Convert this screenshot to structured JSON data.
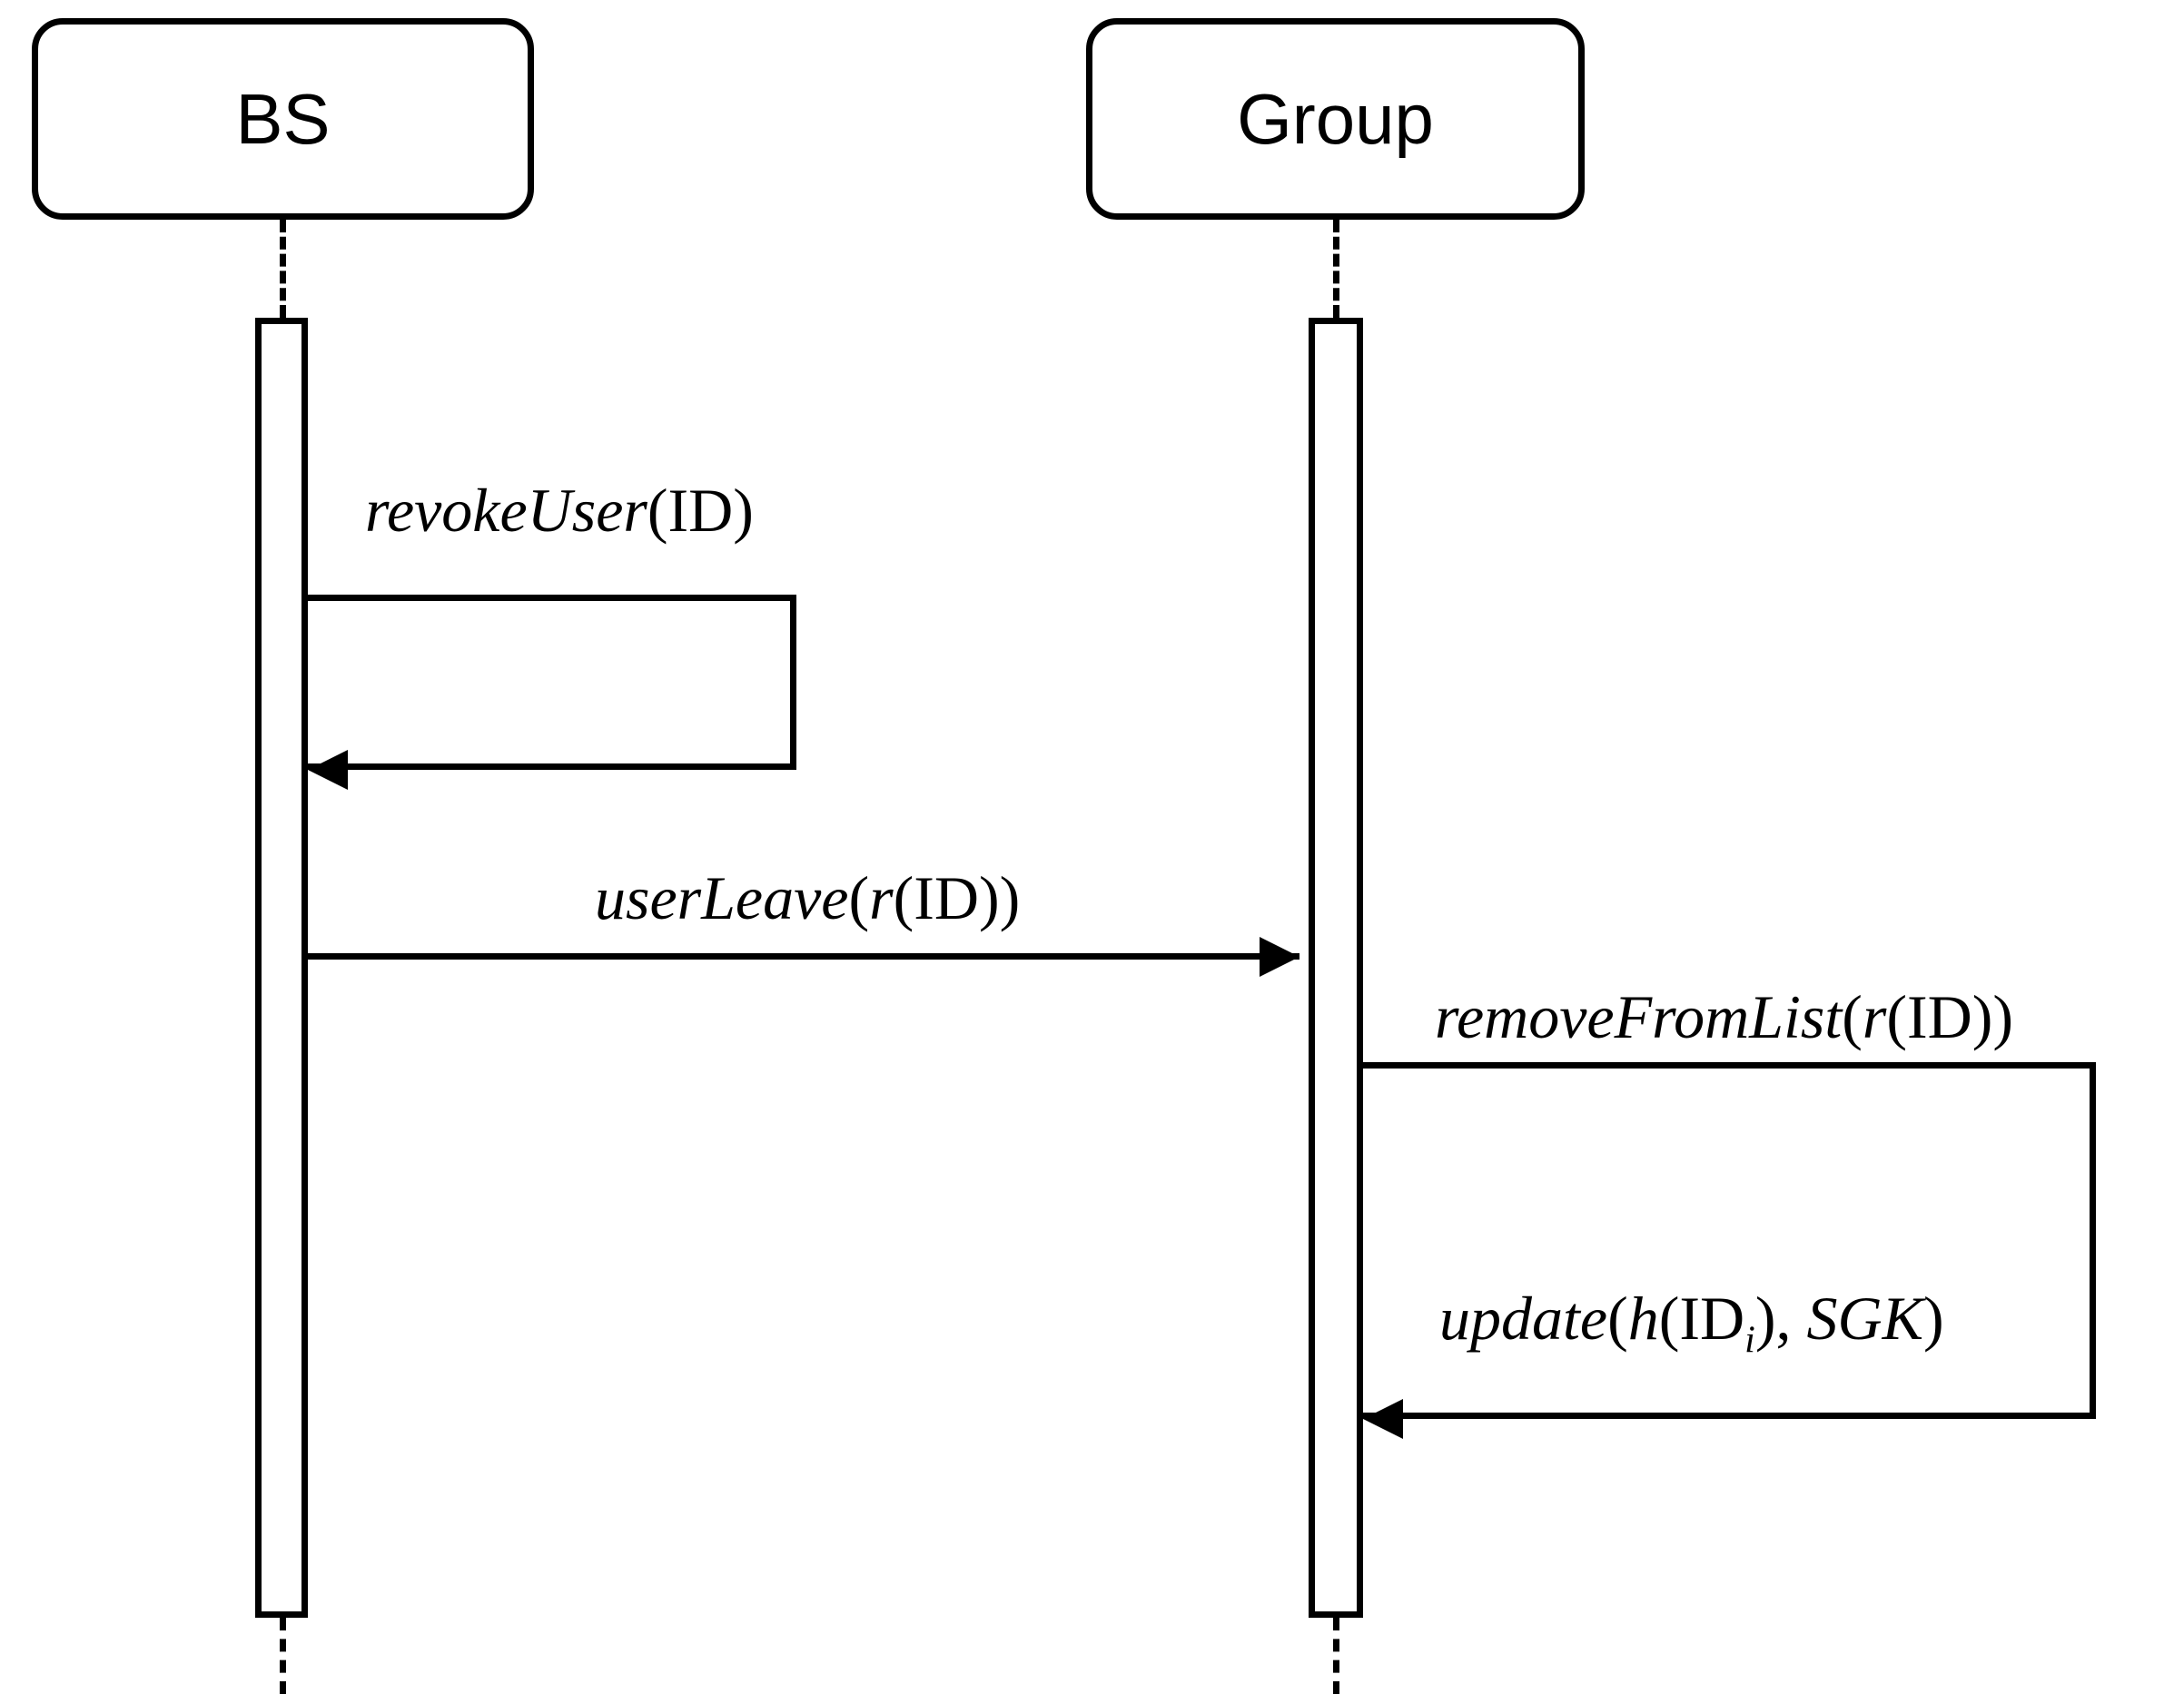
{
  "diagram": {
    "type": "uml-sequence-diagram",
    "background_color": "#ffffff",
    "stroke_color": "#000000",
    "participants": [
      {
        "id": "bs",
        "label": "BS"
      },
      {
        "id": "group",
        "label": "Group"
      }
    ],
    "messages": [
      {
        "id": "m1",
        "kind": "self-call",
        "from": "bs",
        "to": "bs",
        "label_parts": [
          {
            "text": "revokeUser",
            "style": "italic"
          },
          {
            "text": "(ID)",
            "style": "roman"
          }
        ],
        "label_plain": "revokeUser(ID)"
      },
      {
        "id": "m2",
        "kind": "call",
        "from": "bs",
        "to": "group",
        "direction": "right",
        "label_parts": [
          {
            "text": "userLeave",
            "style": "italic"
          },
          {
            "text": "(",
            "style": "roman"
          },
          {
            "text": "r",
            "style": "italic"
          },
          {
            "text": "(ID))",
            "style": "roman"
          }
        ],
        "label_plain": "userLeave(r(ID))"
      },
      {
        "id": "m3",
        "kind": "self-call",
        "from": "group",
        "to": "group",
        "label_parts": [
          {
            "text": "removeFromList",
            "style": "italic"
          },
          {
            "text": "(",
            "style": "roman"
          },
          {
            "text": "r",
            "style": "italic"
          },
          {
            "text": "(ID))",
            "style": "roman"
          }
        ],
        "label_plain": "removeFromList(r(ID))"
      },
      {
        "id": "m4",
        "kind": "self-call-return",
        "from": "group",
        "to": "group",
        "label_parts": [
          {
            "text": "update",
            "style": "italic"
          },
          {
            "text": "(",
            "style": "roman"
          },
          {
            "text": "h",
            "style": "italic"
          },
          {
            "text": "(ID",
            "style": "roman"
          },
          {
            "text": "i",
            "style": "subscript-italic"
          },
          {
            "text": "), ",
            "style": "roman"
          },
          {
            "text": "SGK",
            "style": "italic"
          },
          {
            "text": ")",
            "style": "roman"
          }
        ],
        "label_plain": "update(h(IDi), SGK)"
      }
    ]
  }
}
